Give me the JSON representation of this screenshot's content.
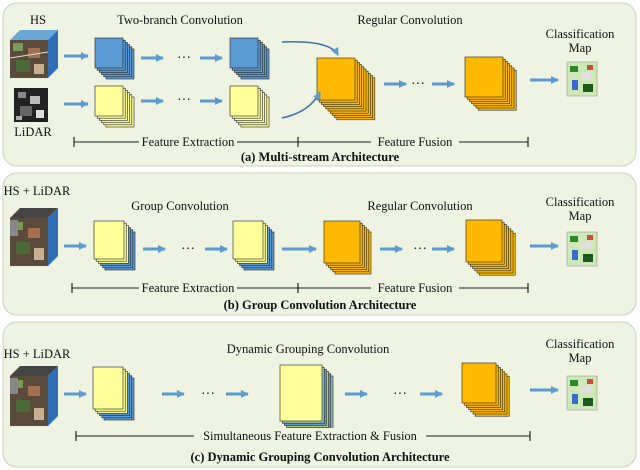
{
  "colors": {
    "panel_bg": "#eef3e2",
    "panel_border": "#c9d3ba",
    "blue": "#5b9bd5",
    "yellow": "#ffff99",
    "orange": "#ffb900",
    "arrow": "#5b9bd5",
    "arrow_dark": "#3f6fae"
  },
  "icons": {
    "hs_cube": "hyperspectral-image-cube",
    "lidar": "lidar-image",
    "map": "classification-map"
  },
  "panel_a": {
    "hs_label": "HS",
    "lidar_label": "LiDAR",
    "branch_title": "Two-branch Convolution",
    "regular_title": "Regular Convolution",
    "dots": "···",
    "output_title_1": "Classification",
    "output_title_2": "Map",
    "extraction_label": "Feature Extraction",
    "fusion_label": "Feature Fusion",
    "caption": "(a) Multi-stream Architecture"
  },
  "panel_b": {
    "input_label": "HS + LiDAR",
    "group_title": "Group Convolution",
    "regular_title": "Regular Convolution",
    "dots": "···",
    "output_title_1": "Classification",
    "output_title_2": "Map",
    "extraction_label": "Feature Extraction",
    "fusion_label": "Feature Fusion",
    "caption": "(b) Group Convolution Architecture"
  },
  "panel_c": {
    "input_label": "HS + LiDAR",
    "dynamic_title": "Dynamic Grouping Convolution",
    "dots": "···",
    "output_title_1": "Classification",
    "output_title_2": "Map",
    "span_label": "Simultaneous Feature Extraction & Fusion",
    "caption": "(c) Dynamic Grouping Convolution Architecture"
  }
}
